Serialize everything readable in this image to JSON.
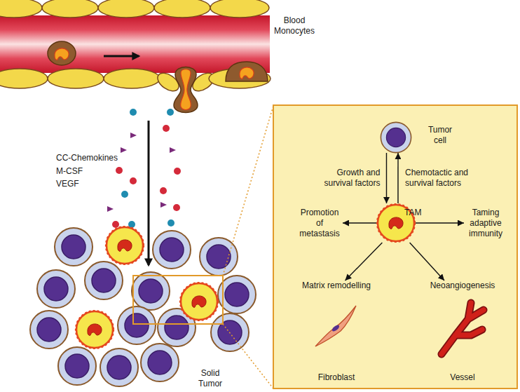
{
  "diagram": {
    "nodes": [
      {
        "text": [
          "Tumor cell"
        ]
      },
      {
        "text": [
          "TAM"
        ]
      },
      {
        "text": [
          "Promotion of metastasis"
        ]
      },
      {
        "text": [
          "Taming adaptive immunity"
        ]
      },
      {
        "text": [
          "Matrix remodelling",
          "Fibroblast"
        ]
      },
      {
        "text": [
          "Neoangiogenesis",
          "Vessel"
        ]
      }
    ],
    "edges": [
      {
        "from": 0,
        "to": 1,
        "label": "Growth and survival factors",
        "arrow": "to"
      },
      {
        "from": 1,
        "to": 0,
        "label": "Chemotactic and survival factors",
        "arrow": "to"
      },
      {
        "from": 1,
        "to": 2,
        "arrow": "to"
      },
      {
        "from": 1,
        "to": 3,
        "arrow": "to"
      },
      {
        "from": 1,
        "to": 4,
        "arrow": "to"
      },
      {
        "from": 1,
        "to": 5,
        "arrow": "to"
      }
    ],
    "labels": [
      "Blood Monocytes",
      "CC-Chemokines",
      "M-CSF",
      "VEGF",
      "Solid Tumor"
    ]
  }
}
